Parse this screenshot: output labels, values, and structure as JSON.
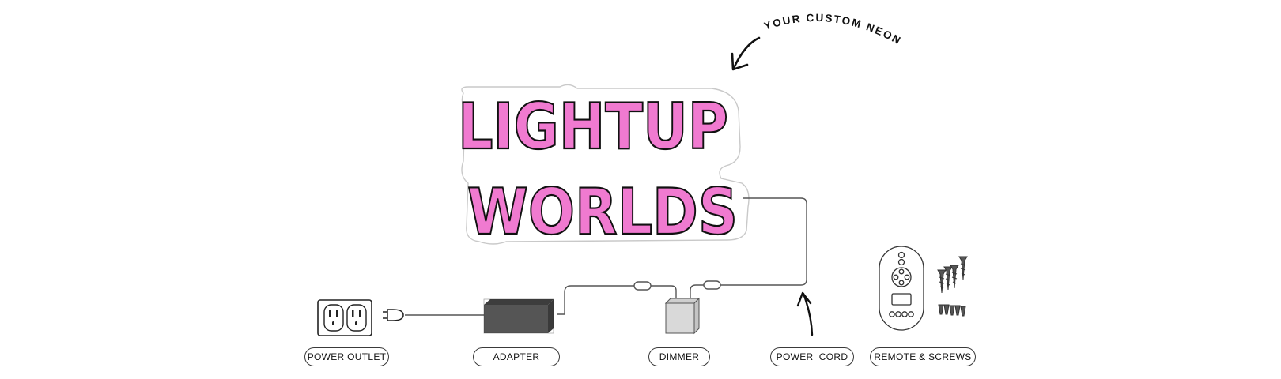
{
  "caption": "YOUR CUSTOM NEON",
  "neon": {
    "line1": "LIGHTUP",
    "line2": "WORLDS",
    "text_color": "#f07ad0",
    "outline_color": "#111111"
  },
  "labels": {
    "power_outlet": "POWER OUTLET",
    "adapter": "ADAPTER",
    "dimmer": "DIMMER",
    "power_cord": "POWER  CORD",
    "remote_screws": "REMOTE & SCREWS"
  },
  "icons": {
    "outlet": "power-outlet-icon",
    "plug": "plug-icon",
    "adapter": "adapter-box-icon",
    "dimmer": "dimmer-box-icon",
    "remote": "remote-control-icon",
    "screws": "screws-icon"
  },
  "colors": {
    "adapter_fill": "#555555",
    "dimmer_fill": "#d9d9d9",
    "line": "#555555"
  }
}
